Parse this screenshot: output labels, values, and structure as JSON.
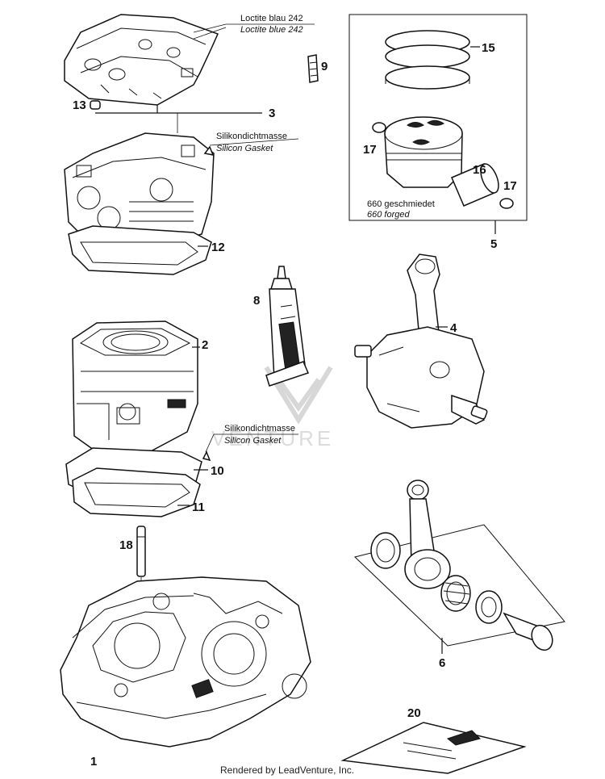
{
  "callouts": {
    "p1": "1",
    "p2": "2",
    "p3": "3",
    "p4": "4",
    "p5": "5",
    "p6": "6",
    "p8": "8",
    "p9": "9",
    "p10": "10",
    "p11": "11",
    "p12": "12",
    "p13": "13",
    "p15": "15",
    "p16": "16",
    "p17a": "17",
    "p17b": "17",
    "p18": "18",
    "p20": "20"
  },
  "notes": {
    "loctite_de": "Loctite blau 242",
    "loctite_en": "Loctite blue 242",
    "silicon_top_de": "Silikondichtmasse",
    "silicon_top_en": "Silicon Gasket",
    "silicon_mid_de": "Silikondichtmasse",
    "silicon_mid_en": "Silicon Gasket",
    "piston_de": "660 geschmiedet",
    "piston_en": "660 forged"
  },
  "watermark": "VENTURE",
  "credit": "Rendered by LeadVenture, Inc."
}
